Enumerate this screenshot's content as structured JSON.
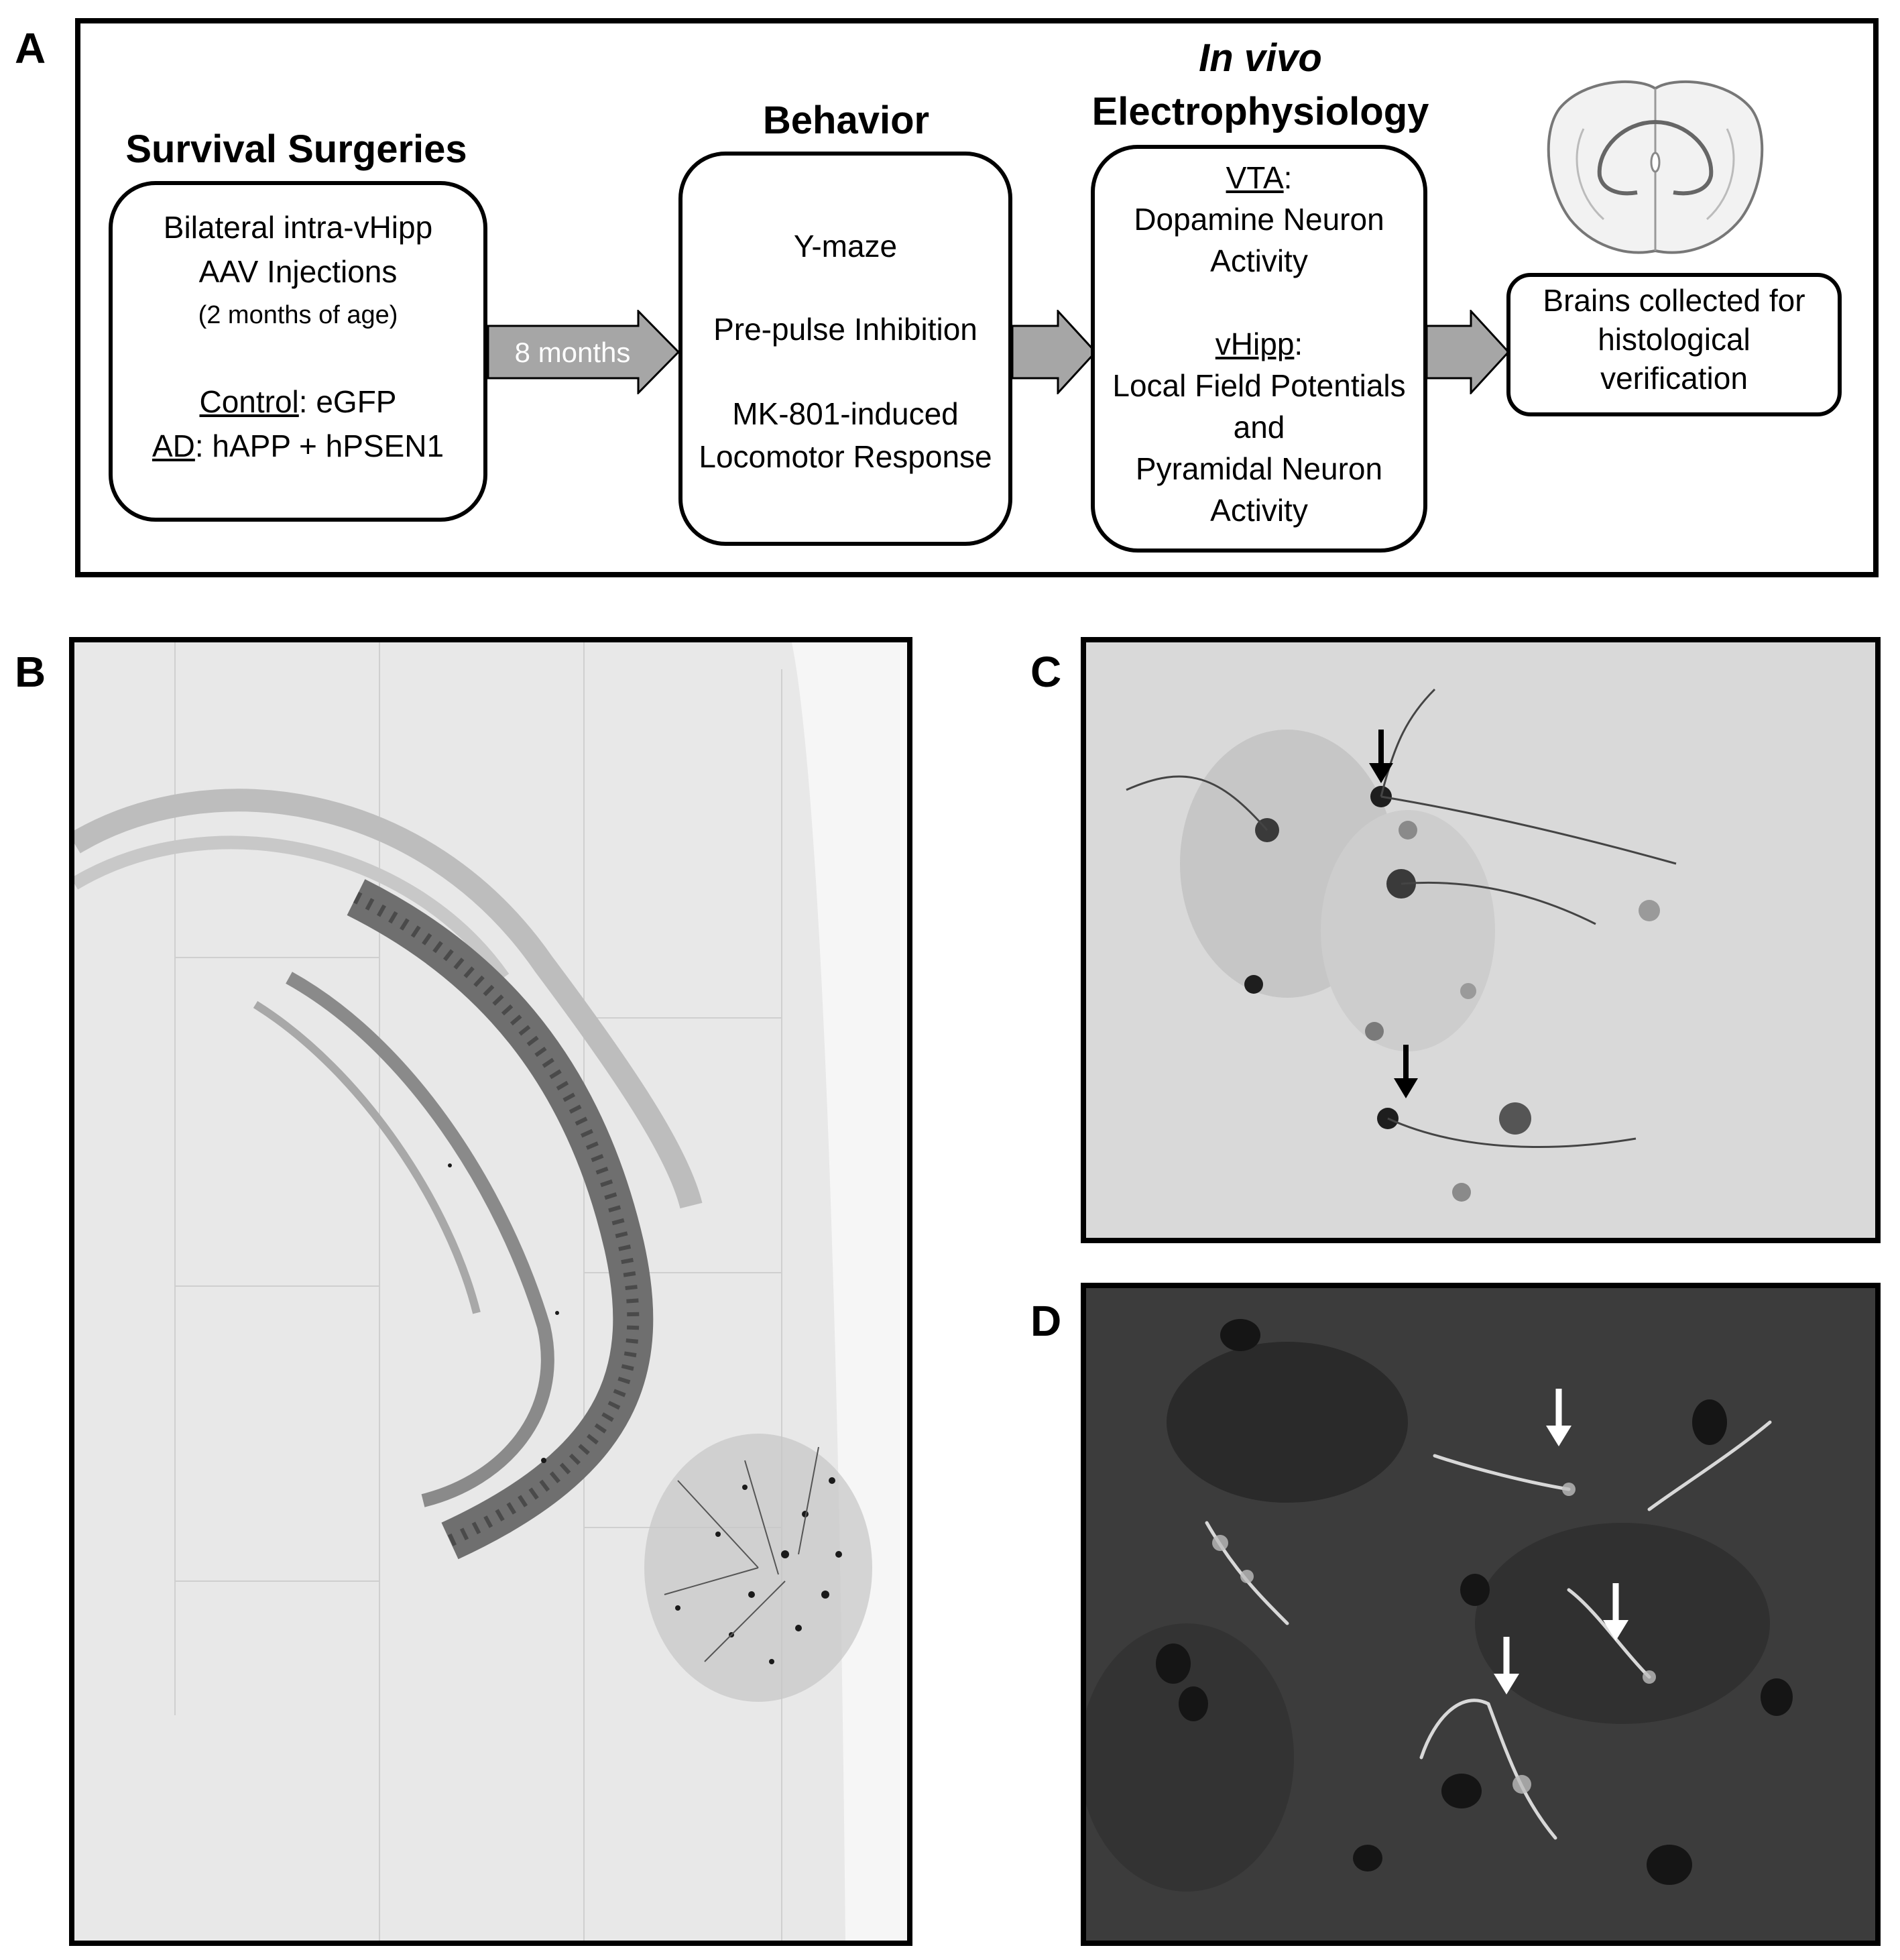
{
  "panel_labels": {
    "a": "A",
    "b": "B",
    "c": "C",
    "d": "D"
  },
  "flow": {
    "step1": {
      "heading": "Survival Surgeries",
      "line1": "Bilateral intra-vHipp",
      "line2": "AAV Injections",
      "line3": "(2 months of age)",
      "control_label": "Control",
      "control_value": ": eGFP",
      "ad_label": "AD",
      "ad_value": ": hAPP + hPSEN1"
    },
    "arrow1_label": "8 months",
    "step2": {
      "heading": "Behavior",
      "item1": "Y-maze",
      "item2": "Pre-pulse Inhibition",
      "item3a": "MK-801-induced",
      "item3b": "Locomotor Response"
    },
    "step3": {
      "heading_italic": "In vivo",
      "heading": "Electrophysiology",
      "vta_label": "VTA",
      "colon": ":",
      "vta_line1": "Dopamine Neuron",
      "vta_line2": "Activity",
      "vhipp_label": "vHipp",
      "vhipp_line1": "Local Field Potentials",
      "vhipp_line2": "and",
      "vhipp_line3": "Pyramidal Neuron",
      "vhipp_line4": "Activity"
    },
    "step4": {
      "line1": "Brains collected for",
      "line2": "histological",
      "line3": "verification"
    }
  },
  "colors": {
    "arrow_fill": "#a6a6a6",
    "stroke": "#000000",
    "panel_b_bg": "#e8e8e8",
    "panel_c_bg": "#d9d9d9",
    "panel_d_bg": "#3a3a3a"
  },
  "icons": [
    "brain-section-icon",
    "right-arrow-icon",
    "down-arrow-icon"
  ]
}
